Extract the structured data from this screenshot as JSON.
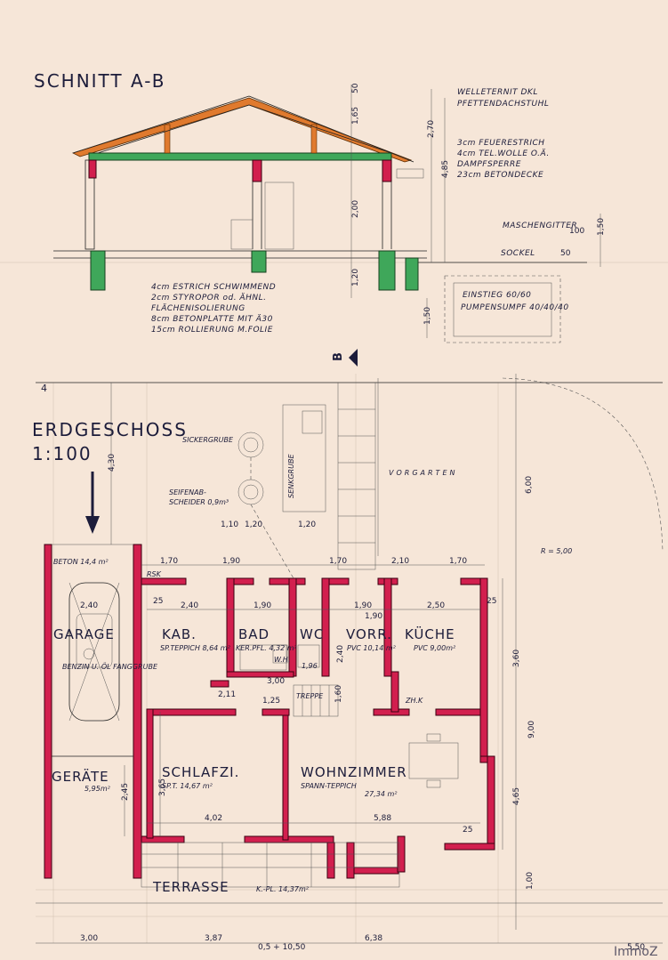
{
  "section": {
    "title": "SCHNITT A-B",
    "roof_notes": [
      "WELLETERNIT DKL",
      "PFETTENDACHSTUHL"
    ],
    "ceiling_notes": [
      "3cm FEUERESTRICH",
      "4cm TEL.WOLLE O.Ä.",
      "DAMPFSPERRE",
      "23cm BETONDECKE"
    ],
    "mesh_note": "MASCHENGITTER",
    "base_note": "SOCKEL",
    "pit_note": "EINSTIEG 60/60",
    "pump_note": "PUMPENSUMPF 40/40/40",
    "floor_notes": [
      "4cm ESTRICH SCHWIMMEND",
      "2cm STYROPOR od. ÄHNL.",
      "FLÄCHENISOLIERUNG",
      "8cm BETONPLATTE MIT Ä30",
      "15cm ROLLIERUNG M.FOLIE"
    ],
    "dims_vertical": [
      "50",
      "1,65",
      "2,70",
      "4,85",
      "2,00",
      "1,20",
      "1,50",
      "1,50"
    ],
    "small_dims": [
      "100",
      "50"
    ]
  },
  "plan": {
    "title": "ERDGESCHOSS",
    "scale": "1:100",
    "section_marker": "B",
    "axis_marker": "4",
    "labels": {
      "sickergrube": "SICKERGRUBE",
      "seifenab": "SEIFENAB-",
      "scheider": "SCHEIDER 0,9m³",
      "senkgrube": "SENKGRUBE",
      "vorgarten": "VORGARTEN",
      "beton": "BETON 14,4 m²",
      "radius": "R = 5,00",
      "rsk": "RSK",
      "zhk": "ZH.K",
      "wh": "W.H.",
      "treppe": "TREPPE"
    },
    "rooms": [
      {
        "name": "GARAGE",
        "detail": "BENZIN U. ÖL FANGGRUBE"
      },
      {
        "name": "KAB.",
        "detail": "SP.TEPPICH 8,64 m²"
      },
      {
        "name": "BAD",
        "detail": "KER.PFL. 4,32 m²"
      },
      {
        "name": "WC",
        "detail": "1,96"
      },
      {
        "name": "VORR.",
        "detail": "PVC 10,14 m²"
      },
      {
        "name": "KÜCHE",
        "detail": "PVC 9,00m²"
      },
      {
        "name": "GERÄTE",
        "detail": "5,95m²"
      },
      {
        "name": "SCHLAFZI.",
        "detail": "SP.T.   14,67 m²"
      },
      {
        "name": "WOHNZIMMER",
        "detail": "SPANN-TEPPICH",
        "area": "27,34 m²"
      },
      {
        "name": "TERRASSE",
        "detail": "K.-PL. 14,37m²"
      }
    ],
    "dims": {
      "top_row": [
        "1,70",
        "1,90",
        "1,70",
        "2,10",
        "1,70"
      ],
      "room_row": [
        "2,40",
        "1,90",
        "1,90",
        "2,50"
      ],
      "garage_w": "2,40",
      "lower_row": [
        "4,02",
        "5,88"
      ],
      "bottom_row": [
        "3,00",
        "3,87",
        "0,5 + 10,50",
        "6,38",
        "5,50"
      ],
      "right_col": [
        "6,00",
        "3,60",
        "9,00",
        "4,65",
        "1,00"
      ],
      "left_col": [
        "4,30",
        "3,65",
        "2,45"
      ],
      "misc": [
        "3,00",
        "1,20",
        "1,10",
        "1,20",
        "2,40",
        "2,11",
        "1,90",
        "1,60",
        "1,25",
        "25",
        "25",
        "25"
      ]
    }
  },
  "watermark": "ImmoZ"
}
